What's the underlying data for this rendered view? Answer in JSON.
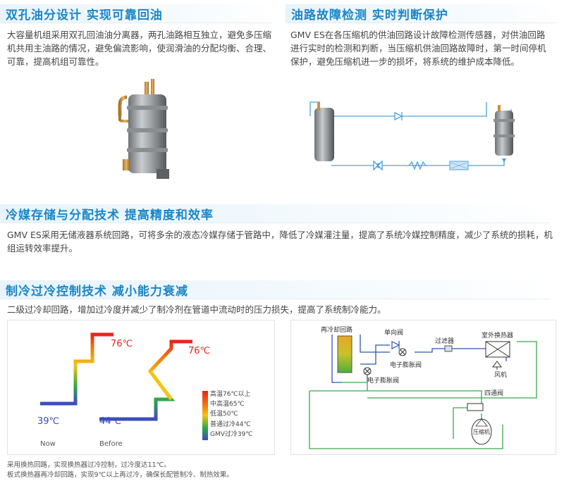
{
  "sections": [
    {
      "title": "双孔油分设计  实现可靠回油",
      "body": "大容量机组采用双孔回油油分离器，两孔油路相互独立，避免多压缩机共用主油路的情况，避免偏流影响，使润滑油的分配均衡、合理、可靠，提高机组可靠性。"
    },
    {
      "title": "油路故障检测  实时判断保护",
      "body": "GMV  ES在各压缩机的供油回路设计故障检测传感器，对供油回路进行实时的检测和判断，当压缩机供油回路故障时，第一时间停机保护，避免压缩机进一步的损坏，将系统的维护成本降低。"
    },
    {
      "title": "冷媒存储与分配技术  提高精度和效率",
      "body": "GMV  ES采用无储液器系统回路，可将多余的液态冷媒存储于管路中，降低了冷媒灌注量，提高了系统冷媒控制精度，减少了系统的损耗，机组运转效率提升。"
    },
    {
      "title": "制冷过冷控制技术  减小能力衰减",
      "body": "二级过冷却回路，增加过冷度并减少了制冷剂在管道中流动时的压力损失，提高了系统制冷能力。"
    }
  ],
  "temp_chart": {
    "temp_now_high": "76℃",
    "temp_before_high": "76℃",
    "temp_now_low": "39℃",
    "temp_before_low": "44℃",
    "label_now": "Now",
    "label_before": "Before",
    "legend": [
      "高温76℃以上",
      "中高温65℃",
      "低温50℃",
      "普通过冷44℃",
      "GMV过冷39℃"
    ],
    "legend_colors": [
      "#e8231c",
      "#f07a12",
      "#f2c612",
      "#2da944",
      "#3b4cc0"
    ]
  },
  "schematic": {
    "subcool_loop": "再冷却回路",
    "check_valve": "单向阀",
    "filter": "过滤器",
    "outdoor_hx": "室外换热器",
    "eev1": "电子膨胀阀",
    "eev2": "电子膨胀阀",
    "fan": "风机",
    "four_way": "四通阀",
    "compressor": "压缩机"
  },
  "notes": [
    "采用换热回路，实现换热器过冷控制，过冷度达11℃。",
    "板式换热器再冷却回路，实现9℃以上再过冷，确保长配管制冷、制热效果。"
  ]
}
